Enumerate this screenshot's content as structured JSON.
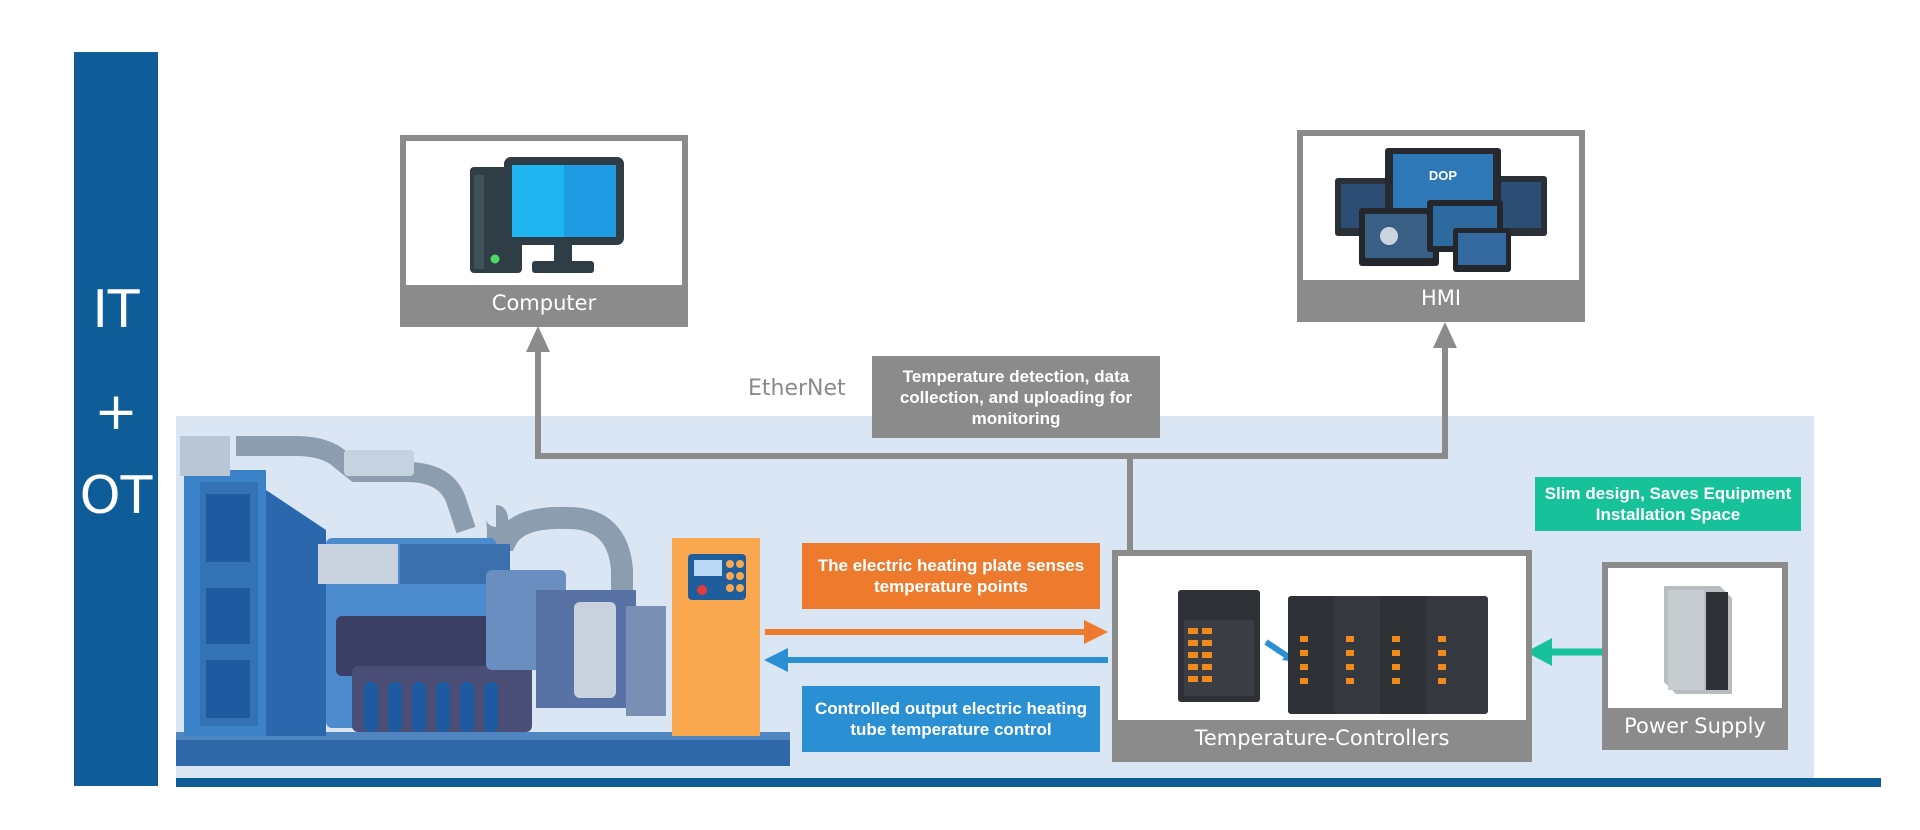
{
  "side": {
    "it": "IT",
    "plus": "+",
    "ot": "OT"
  },
  "devices": {
    "computer": "Computer",
    "hmi": "HMI",
    "hmi_screen_text": "DOP",
    "temperature_controllers": "Temperature-Controllers",
    "power_supply": "Power Supply"
  },
  "network": {
    "ethernet": "EtherNet"
  },
  "callouts": {
    "monitoring": "Temperature detection, data collection, and uploading for monitoring",
    "slim_design": "Slim design, Saves Equipment Installation Space",
    "sense": "The electric heating plate senses temperature points",
    "control": "Controlled output electric heating tube temperature control"
  },
  "colors": {
    "side_bar": "#0f5d98",
    "ot_panel": "#dae6f4",
    "frame_gray": "#8b8b8b",
    "orange": "#ee7a2e",
    "blue": "#2b8fd3",
    "green": "#17c29a"
  }
}
